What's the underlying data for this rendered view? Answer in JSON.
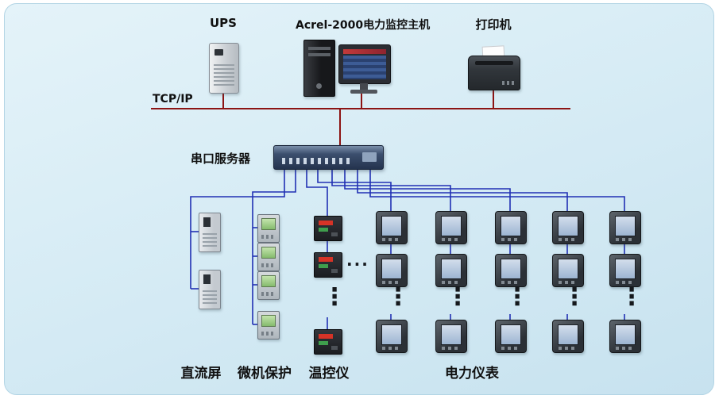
{
  "labels": {
    "ups": "UPS",
    "host": "Acrel-2000电力监控主机",
    "printer": "打印机",
    "tcpip": "TCP/IP",
    "serial_server": "串口服务器",
    "dc_panel": "直流屏",
    "protection": "微机保护",
    "temp_controller": "温控仪",
    "power_meter": "电力仪表"
  },
  "ellipsis": {
    "h": "...",
    "v": "⋮"
  },
  "colors": {
    "panel_bg": "#d7ecf5",
    "tcpip_line": "#8c1414",
    "bus_line": "#2130b4",
    "text": "#101010"
  }
}
